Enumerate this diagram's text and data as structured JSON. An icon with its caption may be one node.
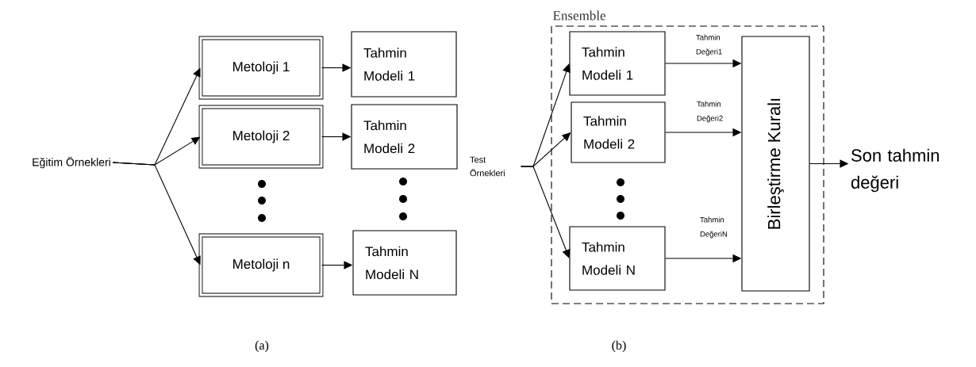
{
  "diagram": {
    "nodes": [
      {
        "text": [
          "Eğitim Örnekleri"
        ]
      },
      {
        "text": [
          "Metoloji 1"
        ]
      },
      {
        "text": [
          "Metoloji 2"
        ]
      },
      {
        "text": [
          "Metoloji n"
        ]
      },
      {
        "text": [
          "Tahmin Modeli 1"
        ]
      },
      {
        "text": [
          "Tahmin Modeli 2"
        ]
      },
      {
        "text": [
          "Tahmin Modeli N"
        ]
      },
      {
        "text": [
          "Ensemble"
        ]
      },
      {
        "text": [
          "Test Örnekleri"
        ]
      },
      {
        "text": [
          "Tahmin Modeli 1"
        ],
        "in": 7
      },
      {
        "text": [
          "Tahmin Modeli 2"
        ],
        "in": 7
      },
      {
        "text": [
          "Tahmin Modeli N"
        ],
        "in": 7
      },
      {
        "text": [
          "Birleştirme Kuralı"
        ],
        "in": 7
      },
      {
        "text": [
          "Son tahmin değeri"
        ]
      }
    ],
    "edges": [
      {
        "from": 0,
        "to": 1,
        "arrow": "to"
      },
      {
        "from": 0,
        "to": 2,
        "arrow": "to"
      },
      {
        "from": 0,
        "to": 3,
        "arrow": "to"
      },
      {
        "from": 1,
        "to": 4,
        "arrow": "to"
      },
      {
        "from": 2,
        "to": 5,
        "arrow": "to"
      },
      {
        "from": 3,
        "to": 6,
        "arrow": "to"
      },
      {
        "from": 8,
        "to": 9,
        "arrow": "to"
      },
      {
        "from": 8,
        "to": 10,
        "arrow": "to"
      },
      {
        "from": 8,
        "to": 11,
        "arrow": "to"
      },
      {
        "from": 9,
        "to": 12,
        "arrow": "to",
        "label": "Tahmin Değeri1"
      },
      {
        "from": 10,
        "to": 12,
        "arrow": "to",
        "label": "Tahmin Değeri2"
      },
      {
        "from": 11,
        "to": 12,
        "arrow": "to",
        "label": "Tahmin DeğeriN"
      },
      {
        "from": 12,
        "to": 13,
        "arrow": "to"
      }
    ],
    "labels": [
      "(a)",
      "(b)"
    ]
  }
}
